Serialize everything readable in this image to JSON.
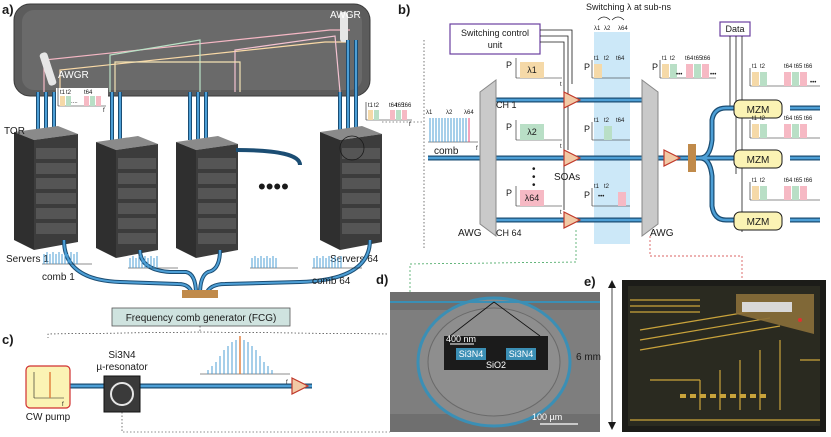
{
  "panels": {
    "a": "a)",
    "b": "b)",
    "c": "c)",
    "d": "d)",
    "e": "e)"
  },
  "panel_a": {
    "awgr_top": "AWGR",
    "awgr_left": "AWGR",
    "tor": "TOR",
    "servers_1": "Servers 1",
    "servers_64": "Servers 64",
    "comb_1": "comb 1",
    "comb_64": "comb 64",
    "fcg": "Frequency comb generator (FCG)",
    "dots": "••••",
    "spectrum": {
      "t1": "t1",
      "t2": "t2",
      "t64": "t64",
      "t65": "t65",
      "t66": "t66",
      "dots": "....",
      "f": "f"
    }
  },
  "panel_b": {
    "switching_lambda": "Switching λ  at sub-ns",
    "lambda_top": {
      "l1": "λ1",
      "l2": "λ2",
      "l64": "λ64",
      "dots": "••"
    },
    "control_unit_line1": "Switching control",
    "control_unit_line2": "unit",
    "data": "Data",
    "comb": "comb",
    "comb_lambdas": {
      "l1": "λ1",
      "l2": "λ2",
      "l64": "λ64"
    },
    "ch1": "CH 1",
    "ch64": "CH 64",
    "soas": "SOAs",
    "awg_left": "AWG",
    "awg_right": "AWG",
    "mzm": "MZM",
    "p": "P",
    "t": "t",
    "f": "f",
    "lambda_boxes": [
      "λ1",
      "λ2",
      "λ64"
    ],
    "vdots": "•",
    "slots": {
      "t1": "t1",
      "t2": "t2",
      "t64": "t64",
      "t65": "t65",
      "t66": "t66",
      "dots": "•••"
    }
  },
  "panel_c": {
    "cw_pump": "CW pump",
    "material_line1": "Si3N4",
    "material_line2": "µ-resonator",
    "f": "f"
  },
  "panel_d": {
    "scale_nm": "400 nm",
    "si3n4_left": "Si3N4",
    "si3n4_right": "Si3N4",
    "sio2": "SiO2",
    "scale_um": "100 µm"
  },
  "panel_e": {
    "size": "6 mm"
  },
  "colors": {
    "fiber": "#2f7fb5",
    "fiber_edge": "#1b4d73",
    "awgr_bg": "#5e5e5e",
    "fcg_bg": "#cfe3df",
    "amp": "#e07b39",
    "mzm_bg": "#fbf3b4",
    "lambda1": "#f5d9a8",
    "lambda2": "#b9dfc6",
    "lambda64": "#f6b9c4",
    "highlight": "#bfe2f6",
    "connector": "#c08a4a"
  }
}
